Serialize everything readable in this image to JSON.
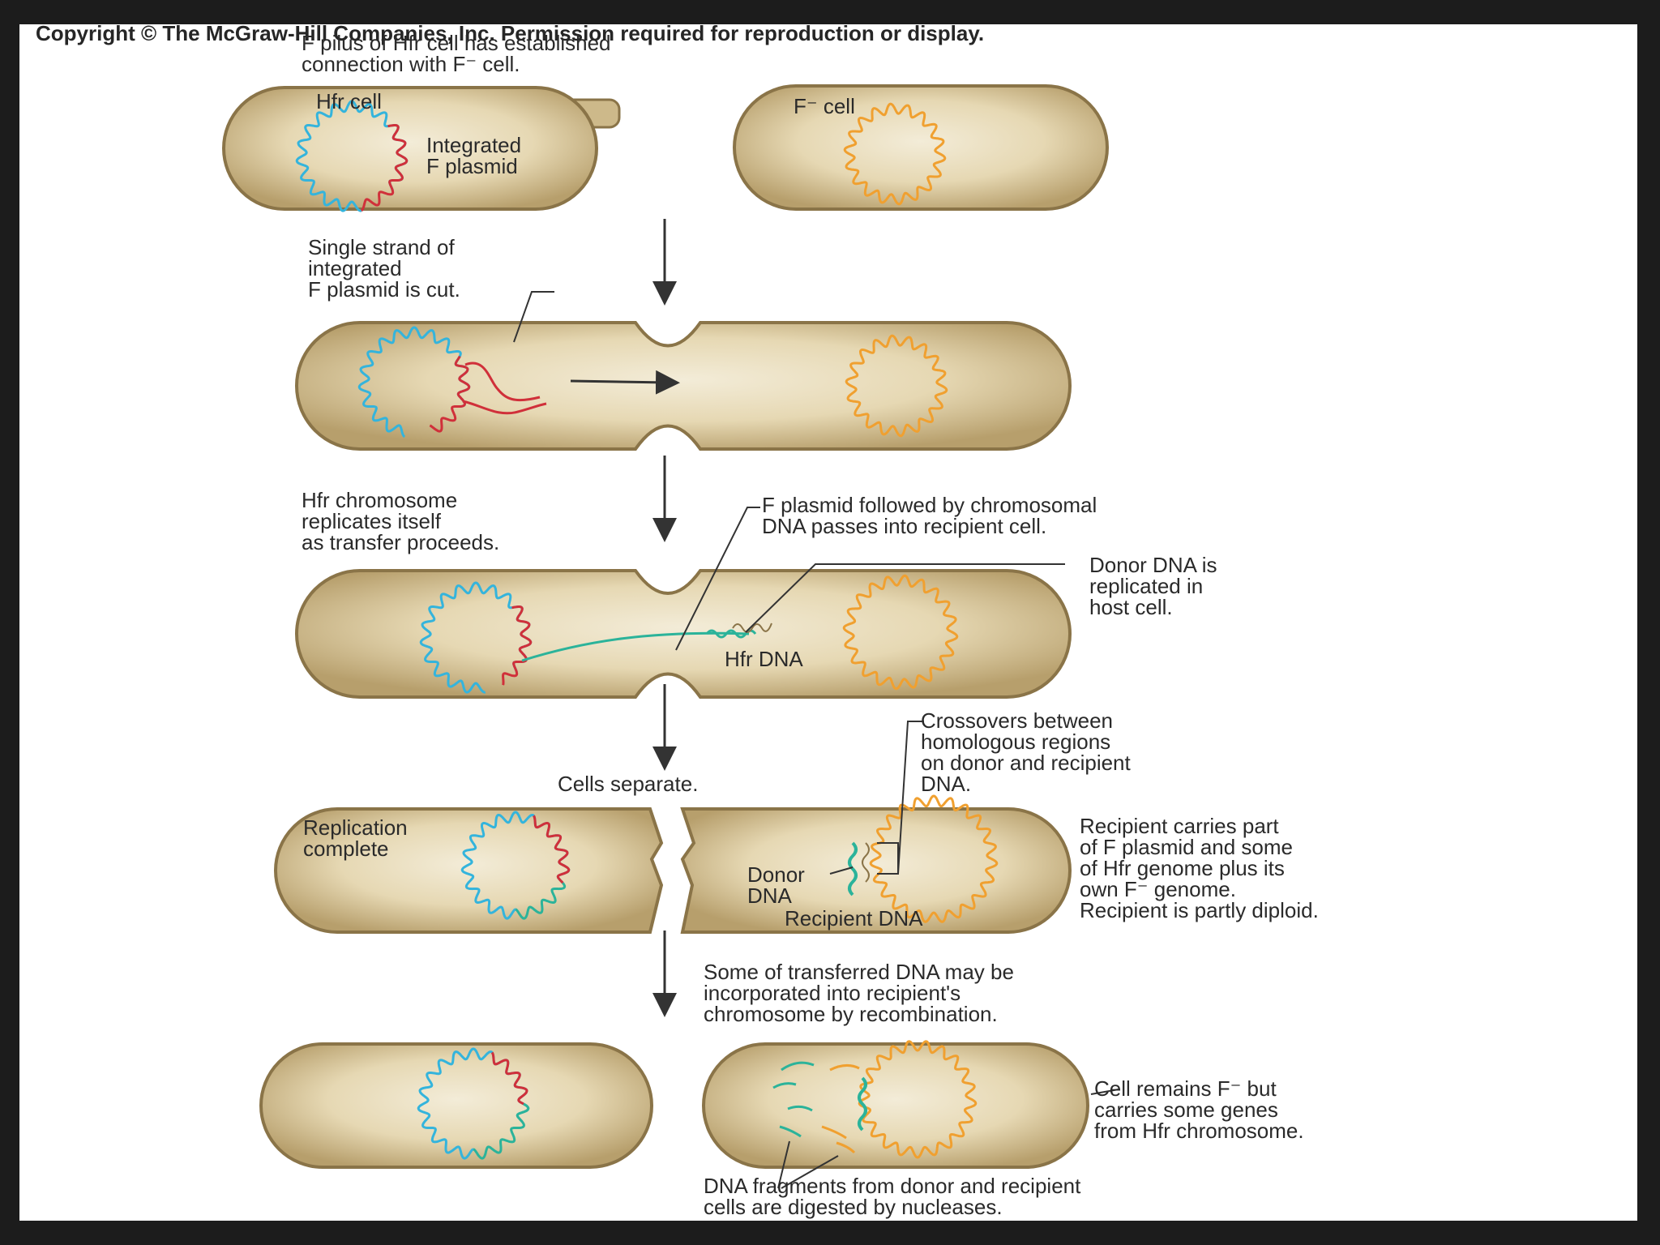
{
  "header": {
    "copyright": "Copyright © The McGraw-Hill Companies, Inc. Permission required for reproduction or display."
  },
  "labels": {
    "stage1_caption": [
      "F pilus of Hfr cell has established",
      "connection with F⁻ cell."
    ],
    "hfr_cell": "Hfr cell",
    "f_minus_cell": "F⁻ cell",
    "integrated_f_plasmid": [
      "Integrated",
      "F plasmid"
    ],
    "single_strand": [
      "Single strand of",
      "integrated",
      "F plasmid is cut."
    ],
    "hfr_chromosome_replicates": [
      "Hfr chromosome",
      "replicates itself",
      "as transfer proceeds."
    ],
    "f_plasmid_followed": [
      "F plasmid followed by chromosomal",
      "DNA passes into recipient cell."
    ],
    "donor_dna_replicated": [
      "Donor DNA is",
      "replicated in",
      "host cell."
    ],
    "hfr_dna": "Hfr DNA",
    "crossovers": [
      "Crossovers between",
      "homologous regions",
      "on donor and recipient",
      "DNA."
    ],
    "cells_separate": "Cells separate.",
    "replication_complete": [
      "Replication",
      "complete"
    ],
    "donor_dna": [
      "Donor",
      "DNA"
    ],
    "recipient_dna": "Recipient DNA",
    "recipient_carries": [
      "Recipient carries part",
      "of F plasmid and some",
      "of Hfr genome plus its",
      "own F⁻ genome.",
      "Recipient is partly diploid."
    ],
    "some_transferred": [
      "Some of transferred DNA may be",
      "incorporated into recipient's",
      "chromosome by recombination."
    ],
    "cell_remains": [
      "Cell remains F⁻ but",
      "carries some genes",
      "from Hfr chromosome."
    ],
    "dna_fragments": [
      "DNA fragments from donor and recipient",
      "cells are digested by nucleases."
    ]
  },
  "colors": {
    "cell_fill": "#d8c69a",
    "cell_interior": "#efe6cf",
    "cell_outline": "#8a7448",
    "host_dna": "#34b4dc",
    "plasmid_dna": "#d0303a",
    "recipient_dna": "#f0a030",
    "transferred_dna": "#2bb39a",
    "arrow": "#333333"
  }
}
